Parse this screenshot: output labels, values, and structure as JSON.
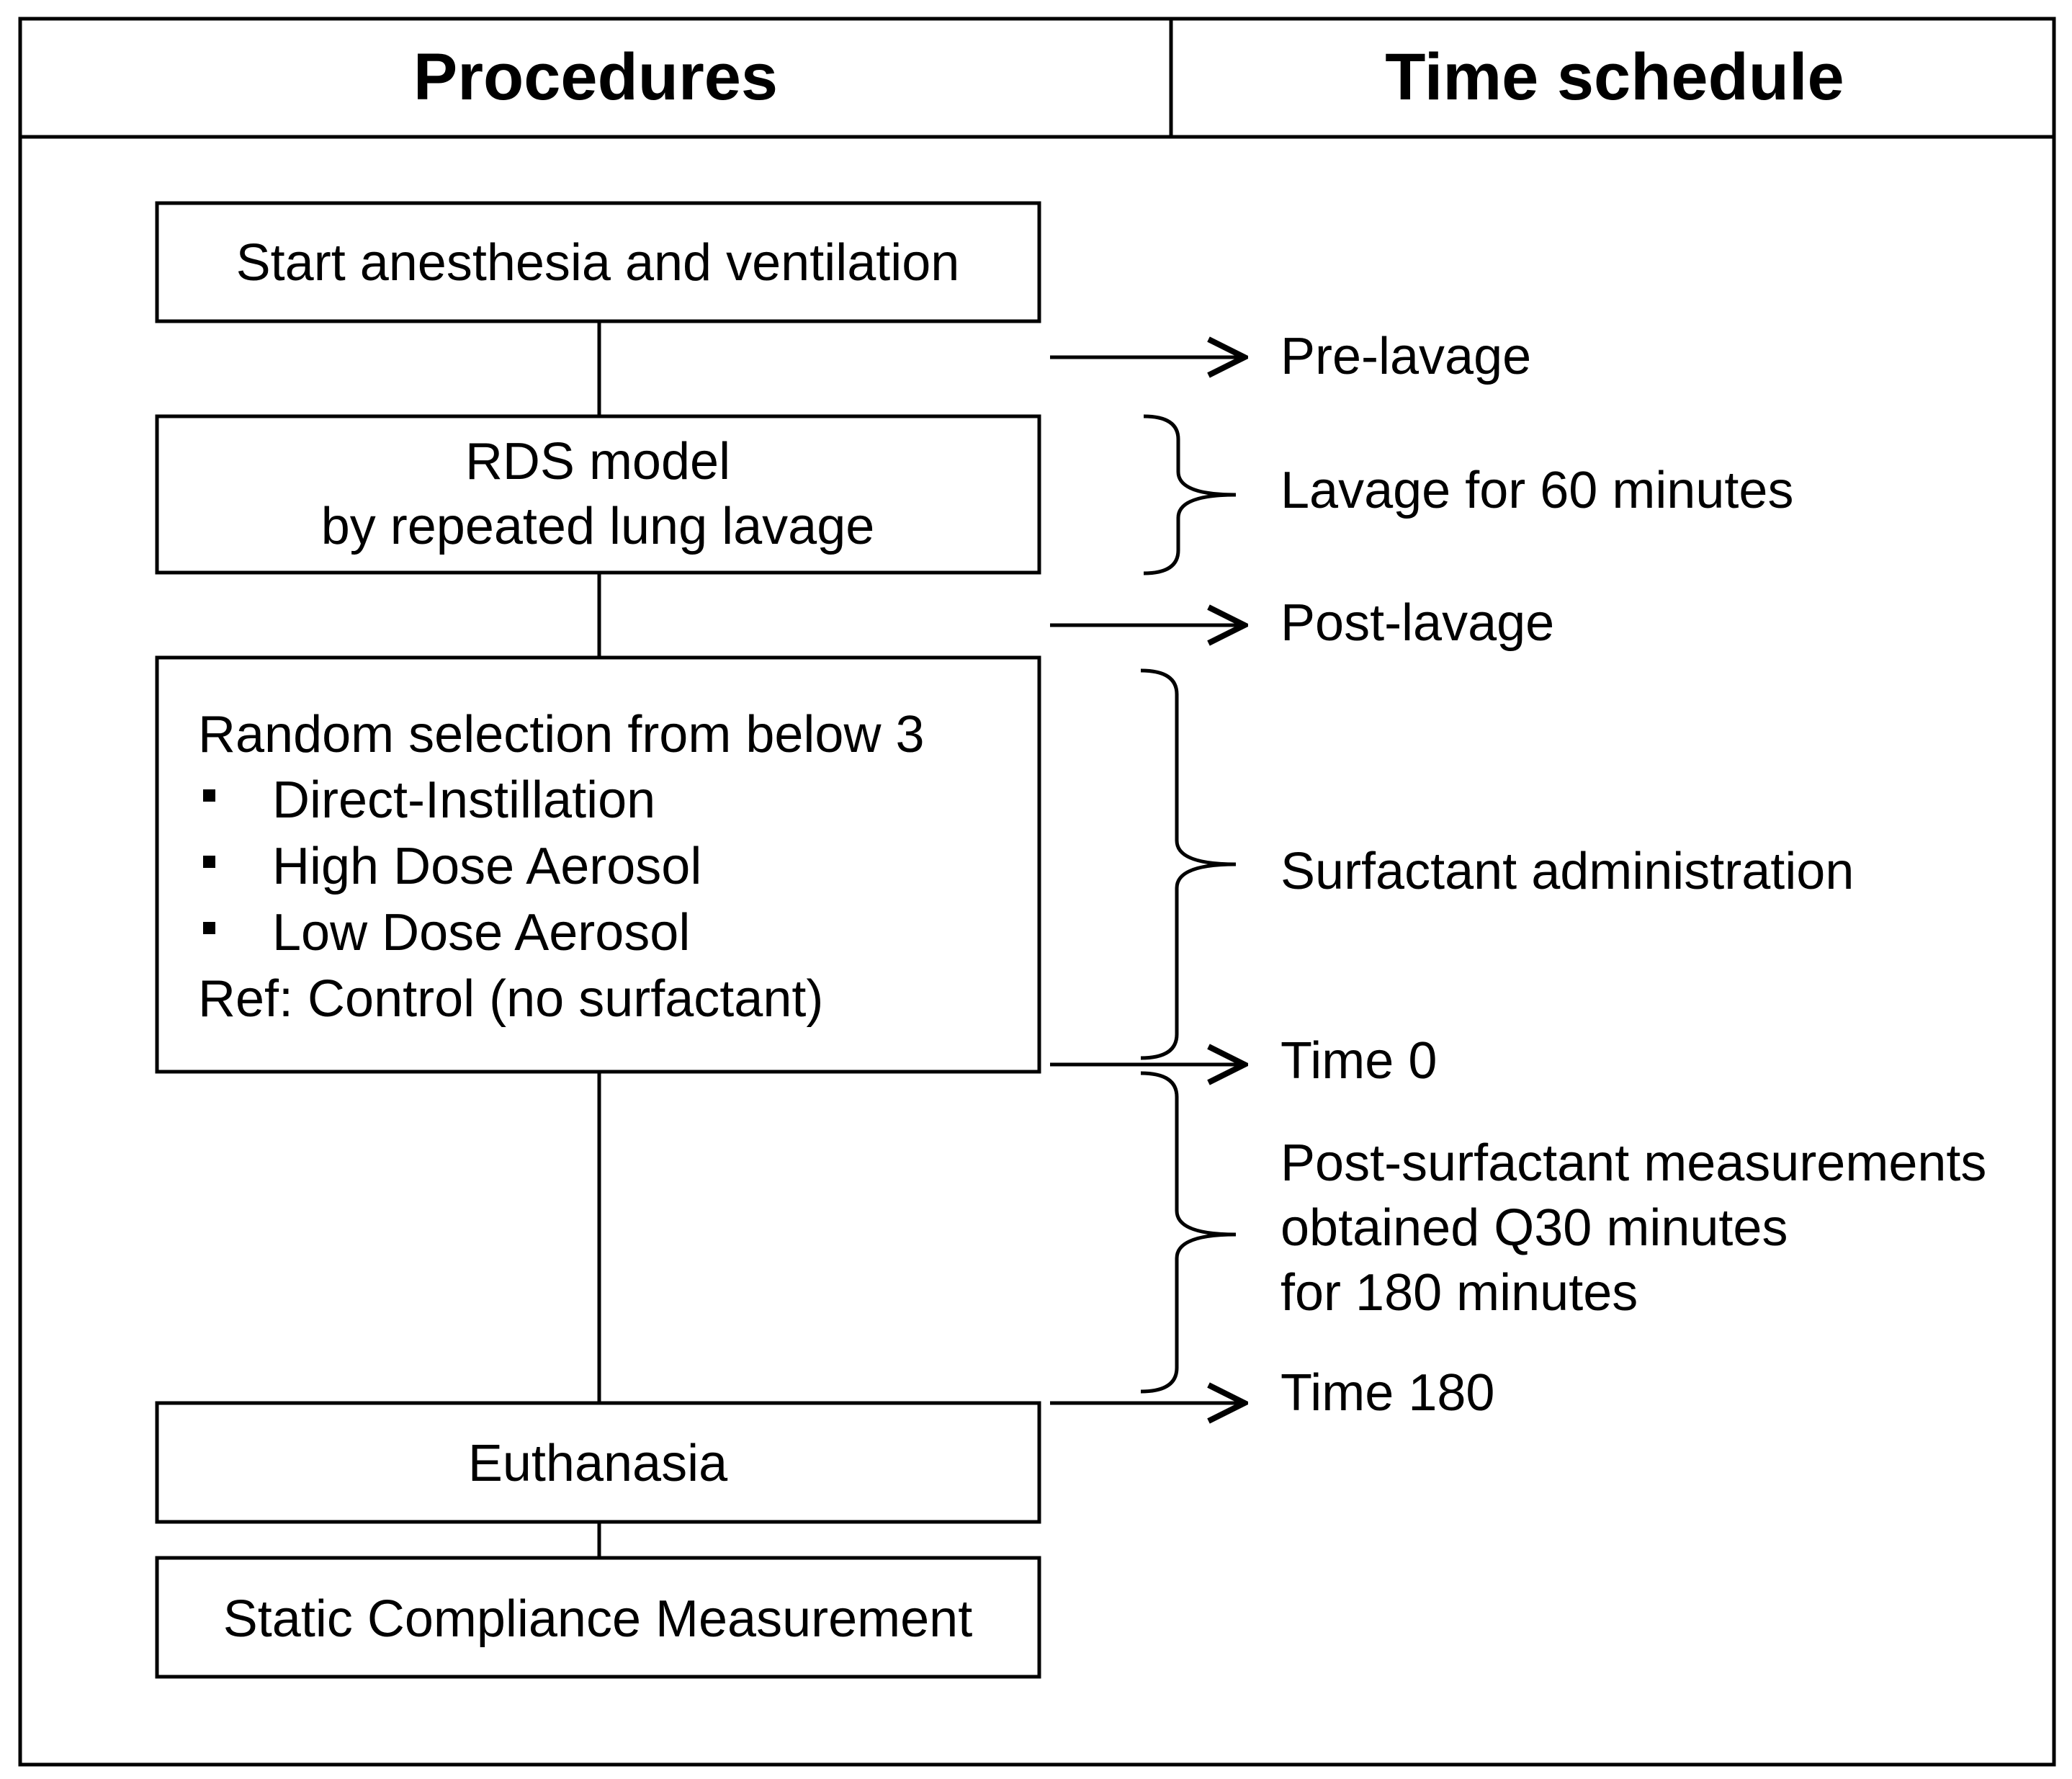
{
  "header": {
    "procedures": "Procedures",
    "time_schedule": "Time schedule"
  },
  "procedures": {
    "start": "Start anesthesia and ventilation",
    "rds_line1": "RDS model",
    "rds_line2": "by repeated lung lavage",
    "random_title": "Random selection from below 3",
    "random_options": [
      "Direct-Instillation",
      "High Dose Aerosol",
      "Low Dose Aerosol"
    ],
    "random_ref": "Ref: Control (no surfactant)",
    "euthanasia": "Euthanasia",
    "static": "Static Compliance Measurement"
  },
  "schedule": {
    "pre_lavage": "Pre-lavage",
    "lavage": "Lavage for 60 minutes",
    "post_lavage": "Post-lavage",
    "surfactant": "Surfactant administration",
    "time0": "Time 0",
    "post_surf_line1": "Post-surfactant measurements",
    "post_surf_line2": "obtained Q30 minutes",
    "post_surf_line3": "for 180 minutes",
    "time180": "Time 180"
  },
  "colors": {
    "stroke": "#000000",
    "background": "#ffffff"
  }
}
